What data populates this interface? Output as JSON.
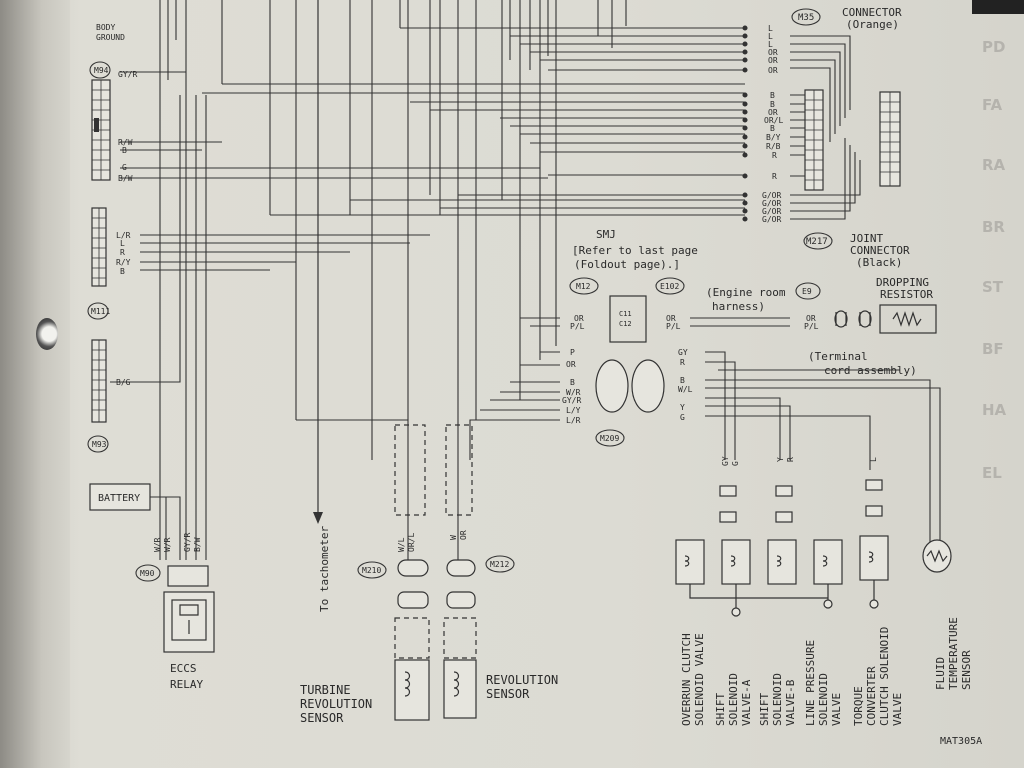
{
  "side_tabs": [
    "PD",
    "FA",
    "RA",
    "BR",
    "ST",
    "BF",
    "HA",
    "EL"
  ],
  "connectors": {
    "m35": "M35",
    "m35_name": "CONNECTOR",
    "m35_color": "(Orange)",
    "m217": "M217",
    "m217_name_1": "JOINT",
    "m217_name_2": "CONNECTOR",
    "m217_color": "(Black)",
    "m94": "M94",
    "m111": "M111",
    "m93": "M93",
    "m90": "M90",
    "m12": "M12",
    "e102": "E102",
    "e9": "E9",
    "m209": "M209",
    "m210": "M210",
    "m212": "M212"
  },
  "labels": {
    "body_ground_1": "BODY",
    "body_ground_2": "GROUND",
    "smj_1": "SMJ",
    "smj_2": "[Refer to last page",
    "smj_3": "(Foldout page).]",
    "engine_room_1": "(Engine room",
    "engine_room_2": "harness)",
    "dropping_1": "DROPPING",
    "dropping_2": "RESISTOR",
    "terminal_1": "(Terminal",
    "terminal_2": "cord assembly)",
    "battery": "BATTERY",
    "tachometer": "To tachometer",
    "eccs_1": "ECCS",
    "eccs_2": "RELAY",
    "turbine_1": "TURBINE",
    "turbine_2": "REVOLUTION",
    "turbine_3": "SENSOR",
    "rev_1": "REVOLUTION",
    "rev_2": "SENSOR",
    "c11": "C11",
    "c12": "C12",
    "code": "MAT305A"
  },
  "wire_codes": {
    "m35_pins": [
      "L",
      "L",
      "L",
      "OR",
      "OR",
      "OR"
    ],
    "m35_pins_2": [
      "B",
      "B",
      "OR",
      "OR/L",
      "B",
      "B/Y",
      "R/B",
      "R",
      "R"
    ],
    "m217_pins": [
      "G/OR",
      "G/OR",
      "G/OR",
      "G/OR"
    ],
    "m94_pins": [
      "GY/R",
      "R/W",
      "B",
      "G",
      "B/W"
    ],
    "m111_pins": [
      "L/R",
      "L",
      "R",
      "R/Y",
      "B"
    ],
    "m93_pins": [
      "B/G"
    ],
    "m12_pins": [
      "OR",
      "P/L"
    ],
    "e102_pins": [
      "OR",
      "P/L"
    ],
    "e9_pins": [
      "OR",
      "P/L"
    ],
    "m209_left": [
      "P",
      "OR",
      "B",
      "W/R",
      "GY/R",
      "L/Y",
      "L/R"
    ],
    "m209_right": [
      "GY",
      "R",
      "B",
      "W/L",
      "Y",
      "G"
    ],
    "m90_pins": [
      "W/R",
      "W/R",
      "GY/R",
      "B/W"
    ],
    "m210_pins": [
      "W/L",
      "OR/L"
    ],
    "m212_pins": [
      "W",
      "OR"
    ],
    "sol_a": [
      "GY",
      "G"
    ],
    "sol_b": [
      "Y",
      "R"
    ],
    "sol_c": [
      "L"
    ]
  },
  "components": {
    "overrun": [
      "OVERRUN CLUTCH",
      "SOLENOID VALVE"
    ],
    "shift_a": [
      "SHIFT",
      "SOLENOID",
      "VALVE-A"
    ],
    "shift_b": [
      "SHIFT",
      "SOLENOID",
      "VALVE-B"
    ],
    "line_pressure": [
      "LINE PRESSURE",
      "SOLENOID",
      "VALVE"
    ],
    "torque": [
      "TORQUE",
      "CONVERTER",
      "CLUTCH SOLENOID",
      "VALVE"
    ],
    "fluid": [
      "FLUID",
      "TEMPERATURE",
      "SENSOR"
    ]
  }
}
